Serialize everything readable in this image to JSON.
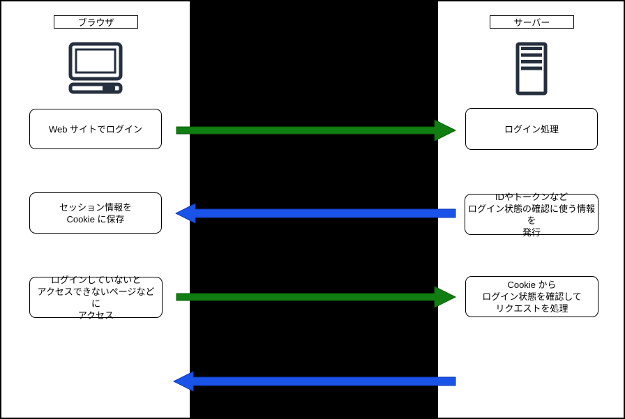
{
  "browser": {
    "label": "ブラウザ",
    "icon": "computer-icon",
    "steps": [
      {
        "lines": [
          "Web サイトでログイン"
        ]
      },
      {
        "lines": [
          "セッション情報を",
          "Cookie に保存"
        ]
      },
      {
        "lines": [
          "ログインしていないと",
          "アクセスできないページなどに",
          "アクセス"
        ]
      }
    ]
  },
  "server": {
    "label": "サーバー",
    "icon": "server-icon",
    "steps": [
      {
        "lines": [
          "ログイン処理"
        ]
      },
      {
        "lines": [
          "IDやトークンなど",
          "ログイン状態の確認に使う情報を",
          "発行"
        ]
      },
      {
        "lines": [
          "Cookie から",
          "ログイン状態を確認して",
          "リクエストを処理"
        ]
      }
    ]
  },
  "arrows": {
    "login_request": {
      "direction": "right",
      "color": "#117E11",
      "edge": "#0B5E0B"
    },
    "session_response": {
      "direction": "left",
      "color": "#1A53E8",
      "edge": "#1038B0"
    },
    "page_request": {
      "direction": "right",
      "color": "#117E11",
      "edge": "#0B5E0B"
    },
    "page_response": {
      "direction": "left",
      "color": "#1A53E8",
      "edge": "#1038B0"
    }
  },
  "colors": {
    "green_arrow": "#117E11",
    "blue_arrow": "#1A53E8",
    "icon_stroke": "#252F3E",
    "redaction_band": "#000000",
    "canvas_border": "#000000",
    "background": "#FFFFFF"
  }
}
